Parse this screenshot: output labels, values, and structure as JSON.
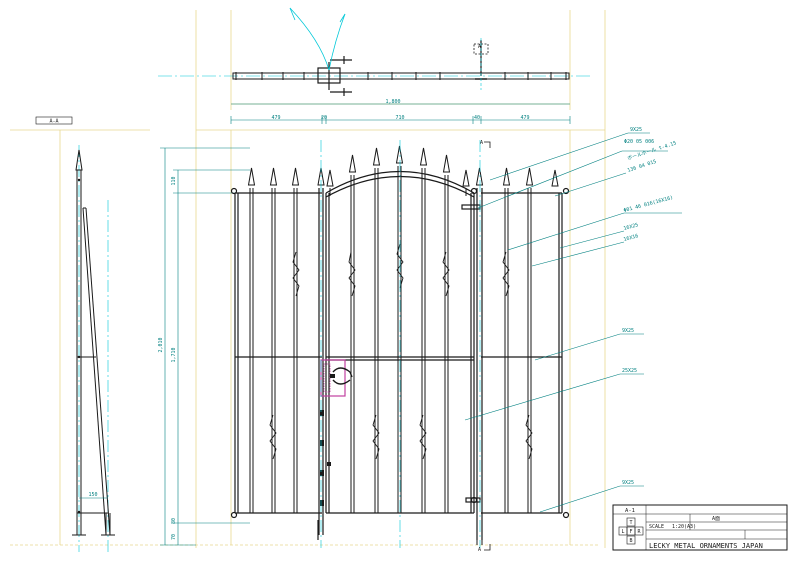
{
  "colors": {
    "frame": "#1a1a1a",
    "dimension": "#008080",
    "centerline": "#00c8d8",
    "guide": "#e8d890",
    "swing_arc": "#00c8d8",
    "lock_pink": "#c040a0"
  },
  "section": {
    "label": "A-A",
    "dim_150": "150"
  },
  "plan": {
    "overall": "1,800",
    "segments": [
      "479",
      "20",
      "710",
      "40",
      "479"
    ],
    "section_mark": "A"
  },
  "elevation": {
    "height_total": "2,010",
    "height_main": "1,710",
    "height_top": "110",
    "height_bottom": "80",
    "height_ground": "70",
    "section_mark_top": "A",
    "section_mark_bottom": "A"
  },
  "callouts": [
    "9X25",
    "Φ20 05 006",
    "ボールホール t-4.15",
    "136 04 015",
    "Φ01 46 016(16X16)",
    "16X25",
    "16X16",
    "9X25",
    "25X25",
    "9X25"
  ],
  "title_block": {
    "code": "A-1",
    "views": [
      "T",
      "L",
      "F",
      "R",
      "B"
    ],
    "scale_label": "SCALE",
    "scale": "1:20(A3)",
    "sheet_label": "A面",
    "company": "LECKY METAL ORNAMENTS JAPAN"
  }
}
